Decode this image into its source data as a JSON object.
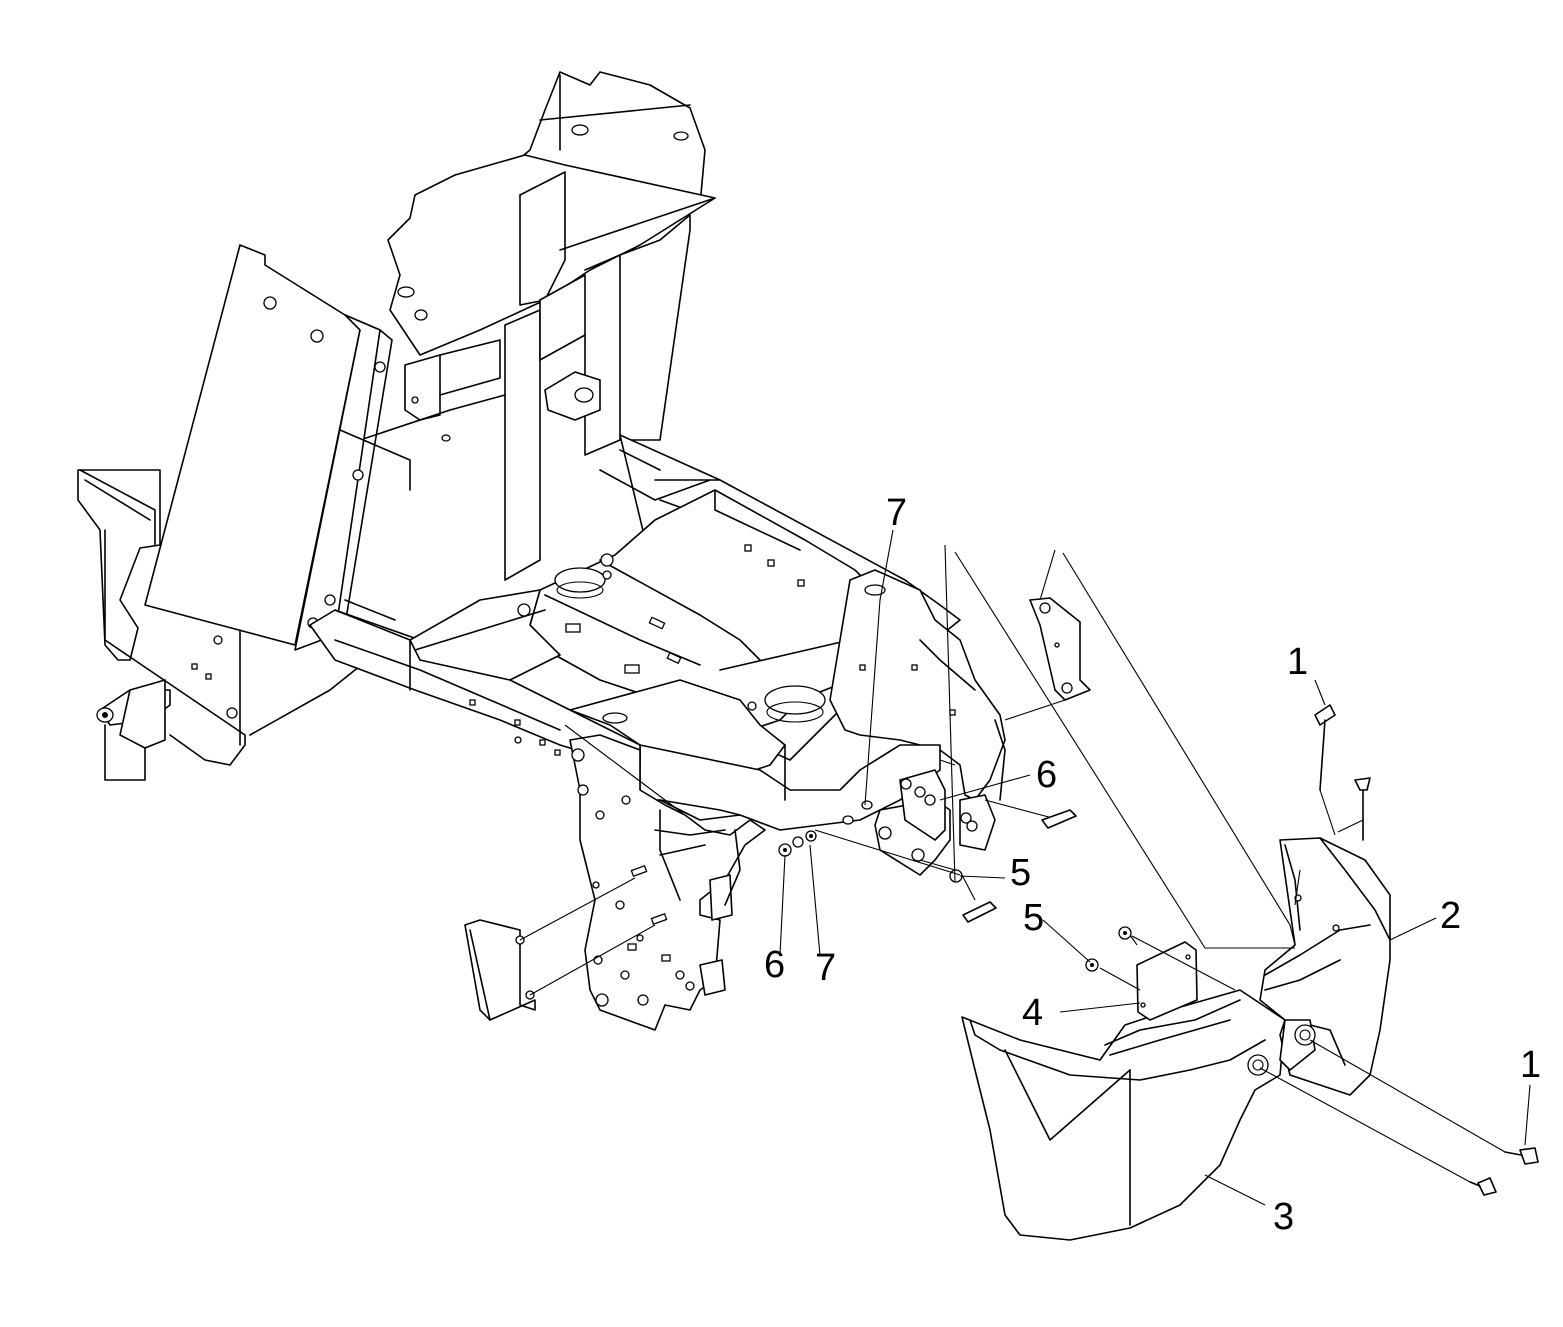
{
  "callouts": [
    {
      "id": "c1a",
      "label": "1"
    },
    {
      "id": "c1b",
      "label": "1"
    },
    {
      "id": "c2",
      "label": "2"
    },
    {
      "id": "c3",
      "label": "3"
    },
    {
      "id": "c4",
      "label": "4"
    },
    {
      "id": "c5a",
      "label": "5"
    },
    {
      "id": "c5b",
      "label": "5"
    },
    {
      "id": "c6a",
      "label": "6"
    },
    {
      "id": "c6b",
      "label": "6"
    },
    {
      "id": "c7a",
      "label": "7"
    },
    {
      "id": "c7b",
      "label": "7"
    }
  ],
  "colors": {
    "line": "#000000",
    "background": "#ffffff"
  }
}
